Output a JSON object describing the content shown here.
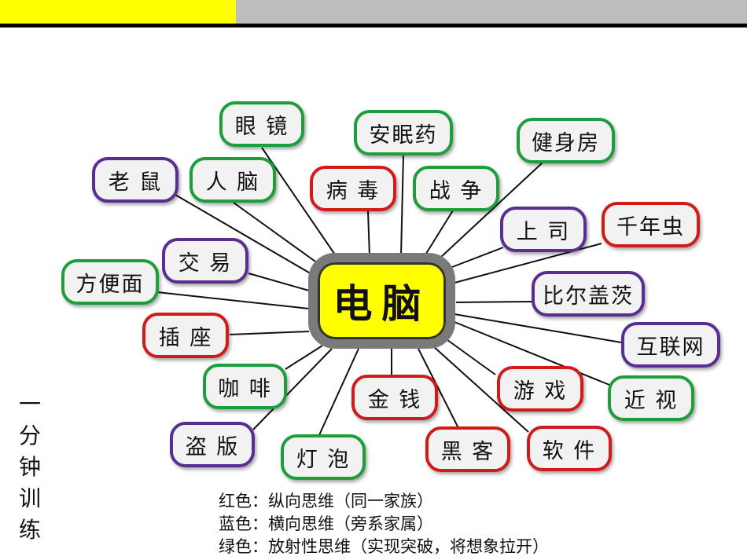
{
  "center": {
    "label": "电脑"
  },
  "nodes": [
    {
      "label": "眼 镜",
      "color": "green"
    },
    {
      "label": "安眠药",
      "color": "green"
    },
    {
      "label": "健身房",
      "color": "green"
    },
    {
      "label": "老 鼠",
      "color": "purple"
    },
    {
      "label": "人 脑",
      "color": "green"
    },
    {
      "label": "病 毒",
      "color": "red"
    },
    {
      "label": "战 争",
      "color": "green"
    },
    {
      "label": "上 司",
      "color": "purple"
    },
    {
      "label": "千年虫",
      "color": "red"
    },
    {
      "label": "交 易",
      "color": "purple"
    },
    {
      "label": "方便面",
      "color": "green"
    },
    {
      "label": "比尔盖茨",
      "color": "purple"
    },
    {
      "label": "插 座",
      "color": "red"
    },
    {
      "label": "互联网",
      "color": "purple"
    },
    {
      "label": "咖 啡",
      "color": "green"
    },
    {
      "label": "金 钱",
      "color": "red"
    },
    {
      "label": "游 戏",
      "color": "red"
    },
    {
      "label": "近 视",
      "color": "green"
    },
    {
      "label": "盗 版",
      "color": "purple"
    },
    {
      "label": "灯 泡",
      "color": "green"
    },
    {
      "label": "黑 客",
      "color": "red"
    },
    {
      "label": "软 件",
      "color": "red"
    }
  ],
  "side_title": [
    "一",
    "分",
    "钟",
    "训",
    "练"
  ],
  "legend": [
    "红色：纵向思维（同一家族）",
    "蓝色：横向思维（旁系家属）",
    "绿色：放射性思维（实现突破，将想象拉开）"
  ]
}
